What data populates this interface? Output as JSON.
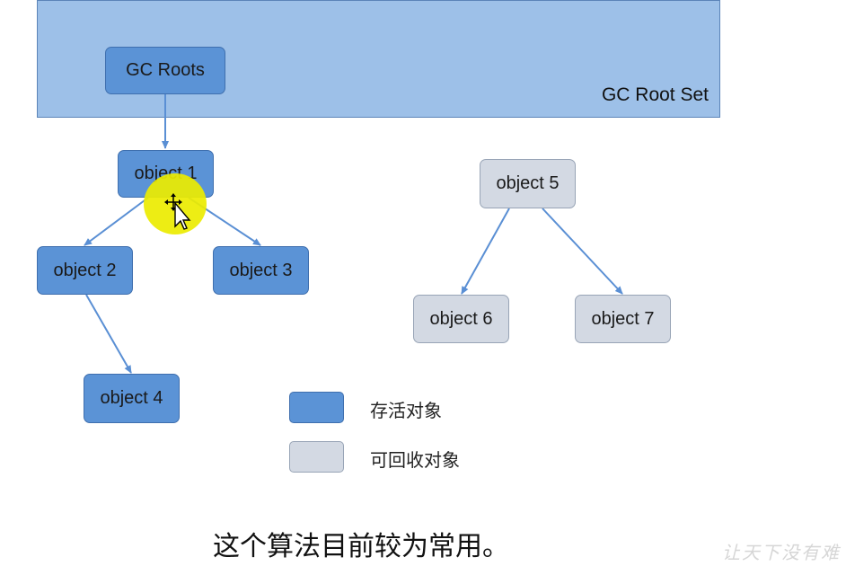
{
  "root_set": {
    "label": "GC Root Set"
  },
  "nodes": {
    "gc_roots": "GC Roots",
    "object1": "object 1",
    "object2": "object 2",
    "object3": "object 3",
    "object4": "object 4",
    "object5": "object 5",
    "object6": "object 6",
    "object7": "object 7"
  },
  "legend": {
    "alive_label": "存活对象",
    "dead_label": "可回收对象"
  },
  "caption": "这个算法目前较为常用。",
  "watermark": "让天下没有难",
  "colors": {
    "root_set_fill": "#9dc0e8",
    "alive_fill": "#5b93d6",
    "dead_fill": "#d3d9e3",
    "edge": "#5a8fd4",
    "cursor_highlight": "#ecec00"
  },
  "icons": {
    "cursor": "move-cursor-icon"
  }
}
